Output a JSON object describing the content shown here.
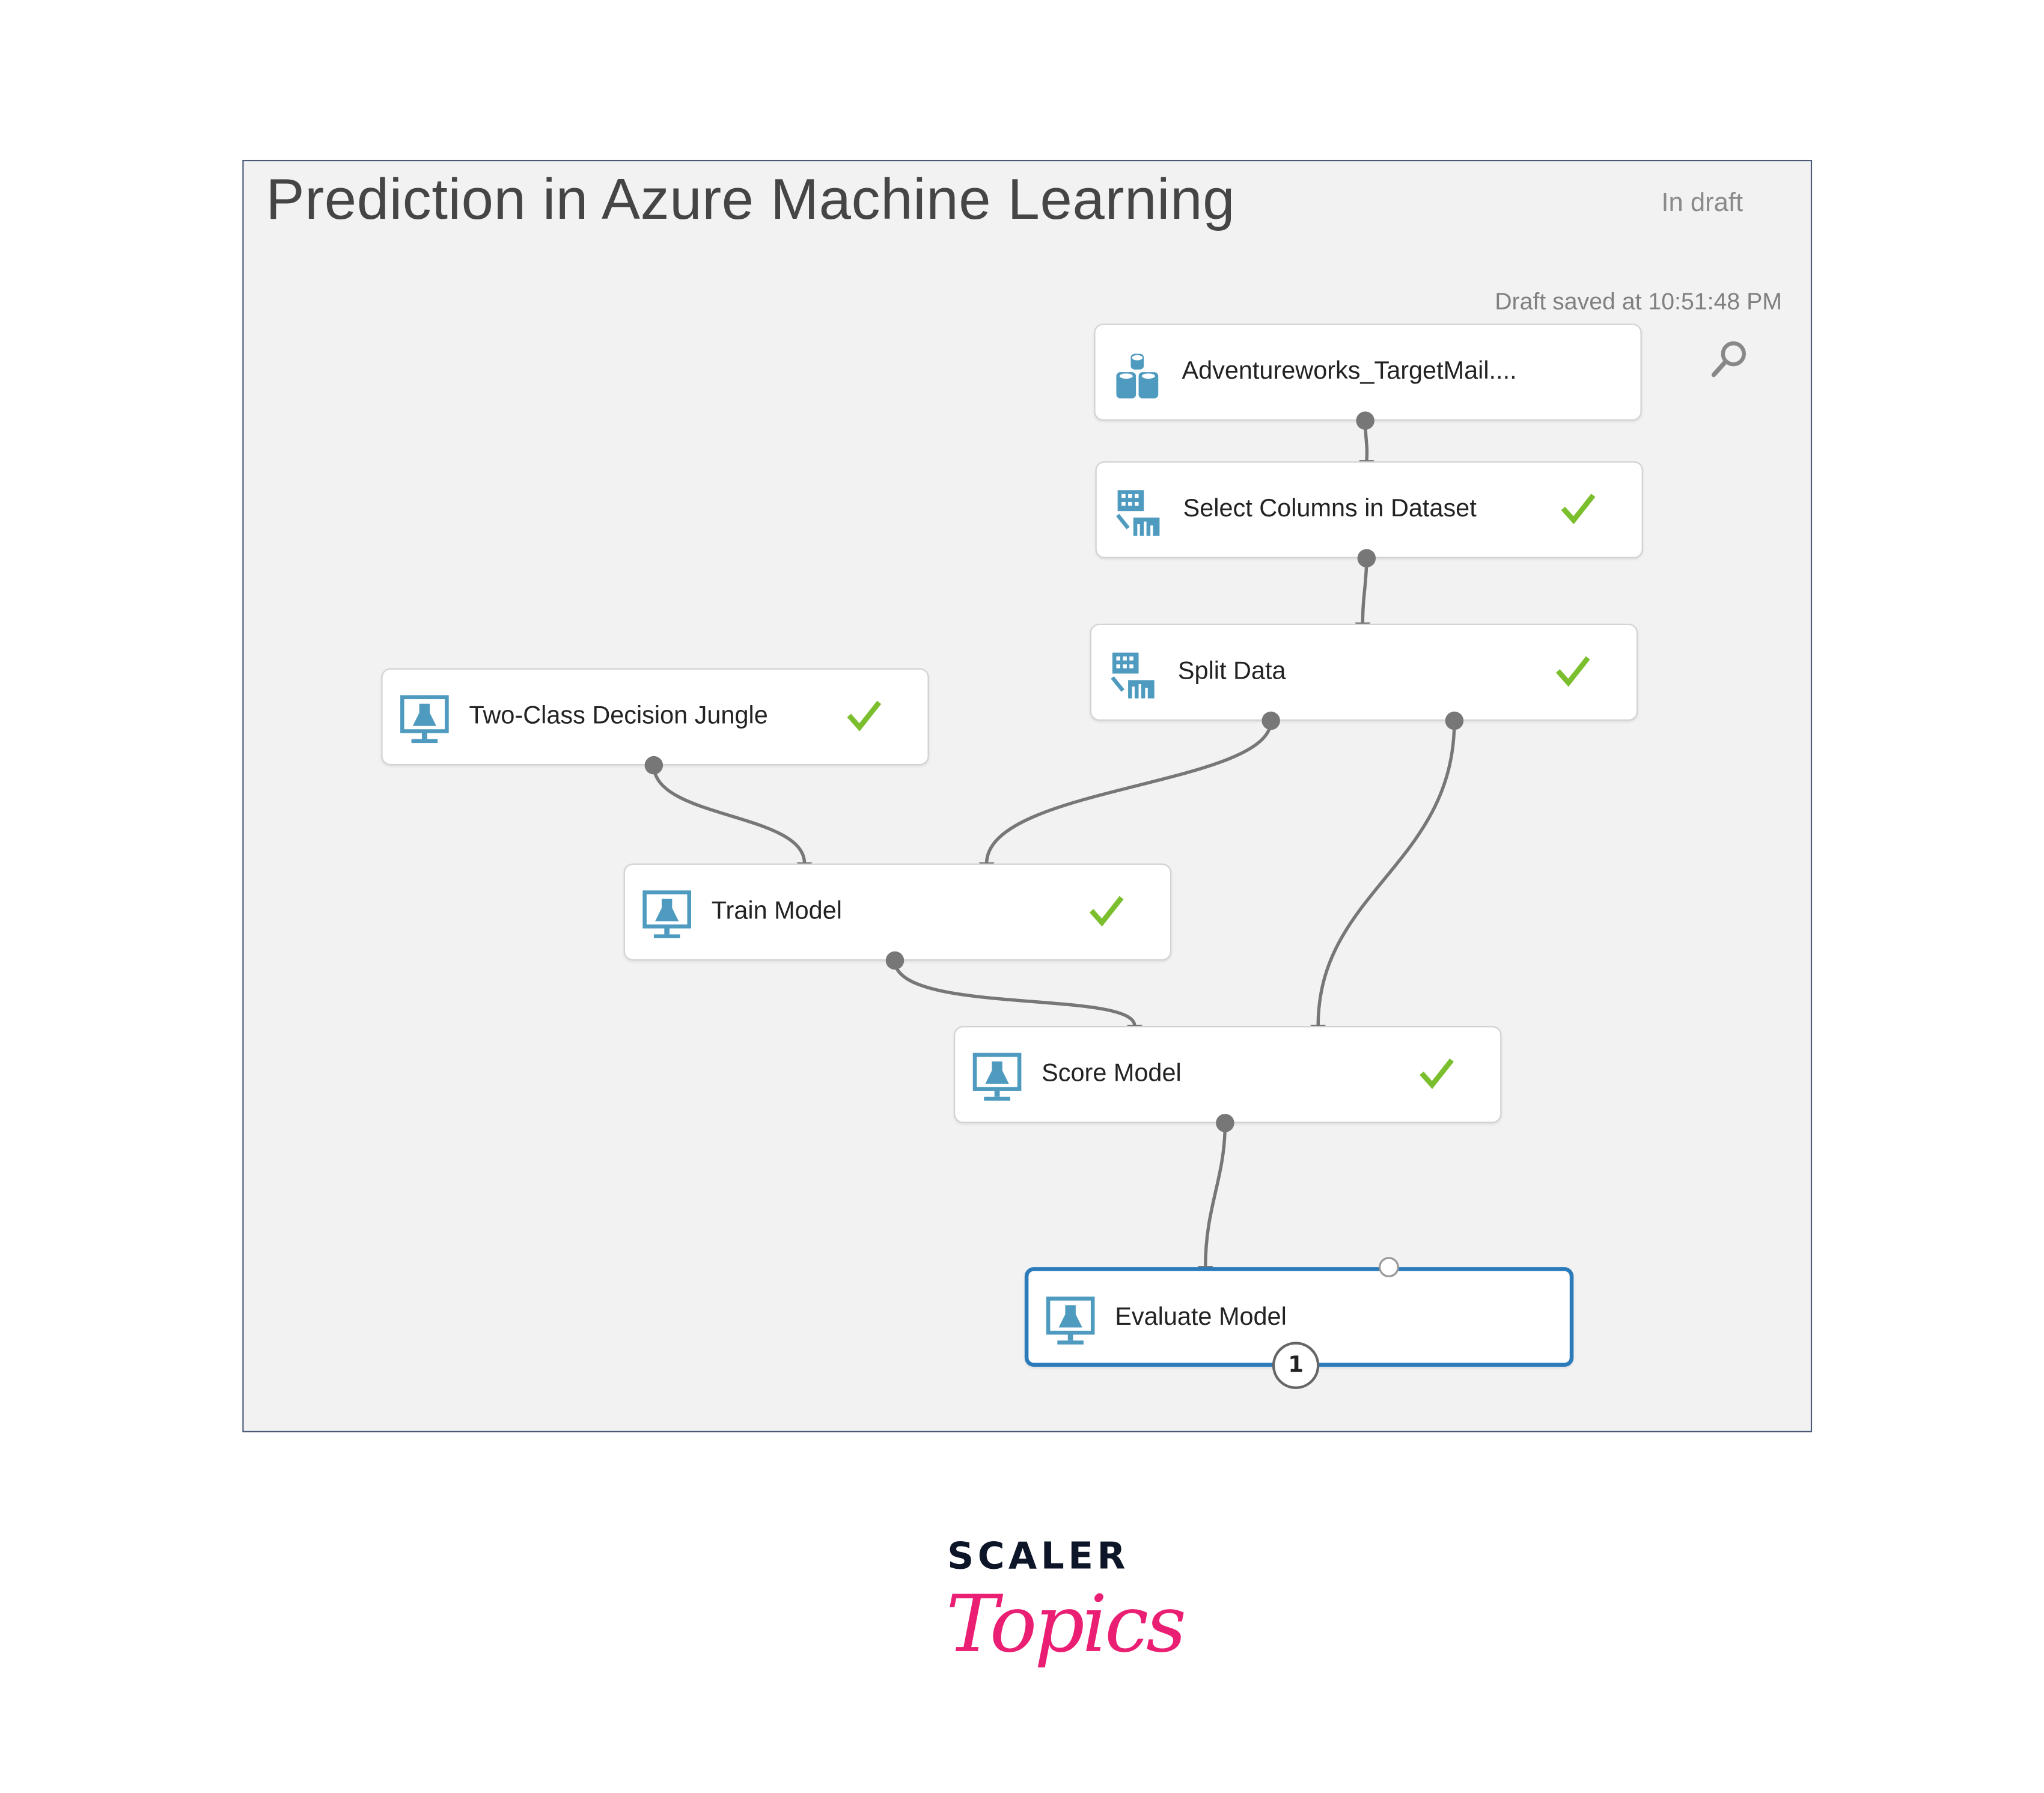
{
  "header": {
    "title": "Prediction in Azure Machine Learning",
    "status": "In draft",
    "saved": "Draft saved at 10:51:48 PM"
  },
  "colors": {
    "accent": "#2b7bbb",
    "check": "#7cbf2e",
    "icon": "#4f9bc0",
    "logo_pink": "#ea1e72"
  },
  "nodes": [
    {
      "label": "Adventureworks_TargetMail....",
      "icon": "database-icon",
      "done": false
    },
    {
      "label": "Select Columns in Dataset",
      "icon": "transform-icon",
      "done": true
    },
    {
      "label": "Split Data",
      "icon": "transform-icon",
      "done": true
    },
    {
      "label": "Two-Class Decision Jungle",
      "icon": "model-icon",
      "done": true
    },
    {
      "label": "Train Model",
      "icon": "model-icon",
      "done": true
    },
    {
      "label": "Score Model",
      "icon": "model-icon",
      "done": true
    },
    {
      "label": "Evaluate Model",
      "icon": "model-icon",
      "done": false,
      "selected": true,
      "badge": "1"
    }
  ],
  "logo": {
    "line1": "SCALER",
    "line2": "Topics"
  }
}
